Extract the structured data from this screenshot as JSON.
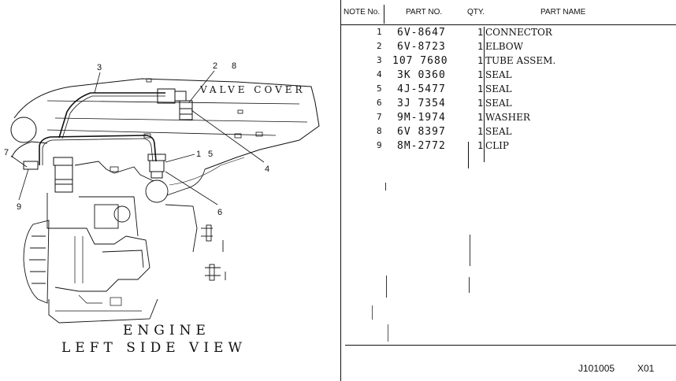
{
  "diagram": {
    "valve_cover_label": "VALVE COVER",
    "caption_line1": "ENGINE",
    "caption_line2": "LEFT SIDE VIEW",
    "callouts": [
      "1",
      "2",
      "3",
      "4",
      "5",
      "6",
      "7",
      "8",
      "9"
    ]
  },
  "parts_table": {
    "headers": {
      "note_no": "NOTE No.",
      "part_no": "PART NO.",
      "qty": "QTY.",
      "part_name": "PART NAME"
    },
    "rows": [
      {
        "note": "1",
        "part_no": "6V-8647",
        "qty": "1",
        "name": "CONNECTOR"
      },
      {
        "note": "2",
        "part_no": "6V-8723",
        "qty": "1",
        "name": "ELBOW"
      },
      {
        "note": "3",
        "part_no": "107 7680",
        "qty": "1",
        "name": "TUBE ASSEM."
      },
      {
        "note": "4",
        "part_no": "3K 0360",
        "qty": "1",
        "name": "SEAL"
      },
      {
        "note": "5",
        "part_no": "4J-5477",
        "qty": "1",
        "name": "SEAL"
      },
      {
        "note": "6",
        "part_no": "3J 7354",
        "qty": "1",
        "name": "SEAL"
      },
      {
        "note": "7",
        "part_no": "9M-1974",
        "qty": "1",
        "name": "WASHER"
      },
      {
        "note": "8",
        "part_no": "6V 8397",
        "qty": "1",
        "name": "SEAL"
      },
      {
        "note": "9",
        "part_no": "8M-2772",
        "qty": "1",
        "name": "CLIP"
      }
    ]
  },
  "footer": {
    "page_id": "J101005",
    "code": "X01"
  }
}
